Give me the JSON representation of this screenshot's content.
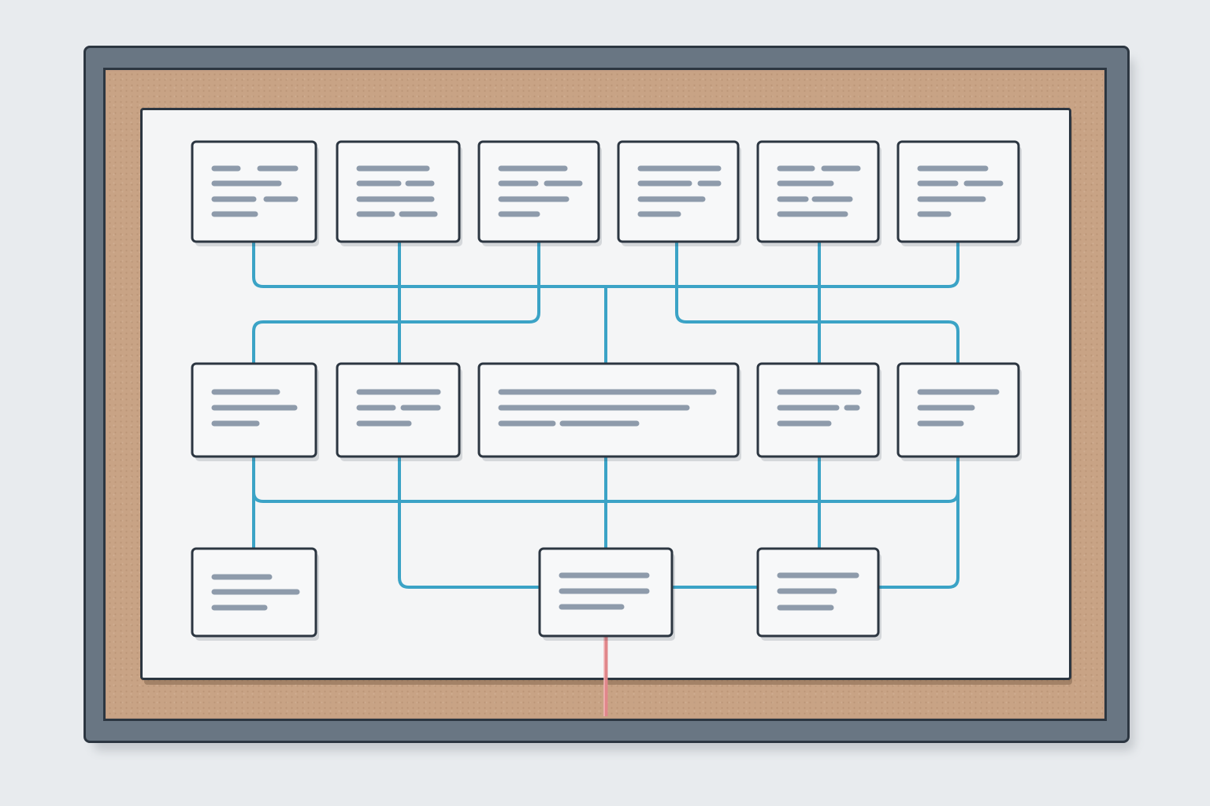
{
  "colors": {
    "frame": "#697683",
    "outline": "#2c3641",
    "cork": "#c8a385",
    "board": "#f4f5f6",
    "card": "#f7f8f9",
    "text_line": "#8e9bab",
    "connector": "#3ba3c6",
    "pin_line": "#e0868a"
  },
  "nodes": [
    {
      "name": "card-top-1",
      "lines": [
        [
          [
            28,
            58
          ],
          [
            86,
            131
          ]
        ],
        [
          [
            28,
            110
          ]
        ],
        [
          [
            28,
            78
          ],
          [
            94,
            131
          ]
        ],
        [
          [
            28,
            80
          ]
        ]
      ]
    },
    {
      "name": "card-top-2",
      "lines": [
        [
          [
            28,
            114
          ]
        ],
        [
          [
            28,
            78
          ],
          [
            90,
            120
          ]
        ],
        [
          [
            28,
            120
          ]
        ],
        [
          [
            28,
            70
          ],
          [
            82,
            124
          ]
        ]
      ]
    },
    {
      "name": "card-top-3",
      "lines": [
        [
          [
            28,
            109
          ]
        ],
        [
          [
            28,
            72
          ],
          [
            86,
            128
          ]
        ],
        [
          [
            28,
            111
          ]
        ],
        [
          [
            28,
            74
          ]
        ]
      ]
    },
    {
      "name": "card-top-4",
      "lines": [
        [
          [
            28,
            127
          ]
        ],
        [
          [
            28,
            90
          ],
          [
            104,
            127
          ]
        ],
        [
          [
            28,
            107
          ]
        ],
        [
          [
            28,
            76
          ]
        ]
      ]
    },
    {
      "name": "card-top-5",
      "lines": [
        [
          [
            28,
            69
          ],
          [
            84,
            127
          ]
        ],
        [
          [
            28,
            93
          ]
        ],
        [
          [
            28,
            61
          ],
          [
            72,
            117
          ]
        ],
        [
          [
            28,
            111
          ]
        ]
      ]
    },
    {
      "name": "card-top-6",
      "lines": [
        [
          [
            28,
            111
          ]
        ],
        [
          [
            28,
            73
          ],
          [
            87,
            130
          ]
        ],
        [
          [
            28,
            108
          ]
        ],
        [
          [
            28,
            64
          ]
        ]
      ]
    },
    {
      "name": "card-mid-1",
      "lines": [
        [
          [
            28,
            108
          ]
        ],
        [
          [
            28,
            130
          ]
        ],
        [
          [
            28,
            82
          ]
        ]
      ]
    },
    {
      "name": "card-mid-2",
      "lines": [
        [
          [
            28,
            128
          ]
        ],
        [
          [
            28,
            71
          ],
          [
            84,
            128
          ]
        ],
        [
          [
            28,
            91
          ]
        ]
      ]
    },
    {
      "name": "card-mid-wide",
      "lines": [
        [
          [
            28,
            298
          ]
        ],
        [
          [
            28,
            264
          ]
        ],
        [
          [
            28,
            94
          ],
          [
            106,
            200
          ]
        ]
      ]
    },
    {
      "name": "card-mid-4",
      "lines": [
        [
          [
            28,
            128
          ]
        ],
        [
          [
            28,
            100
          ],
          [
            113,
            126
          ]
        ],
        [
          [
            28,
            90
          ]
        ]
      ]
    },
    {
      "name": "card-mid-5",
      "lines": [
        [
          [
            28,
            125
          ]
        ],
        [
          [
            28,
            94
          ]
        ],
        [
          [
            28,
            80
          ]
        ]
      ]
    },
    {
      "name": "card-bottom-1",
      "lines": [
        [
          [
            28,
            98
          ]
        ],
        [
          [
            28,
            133
          ]
        ],
        [
          [
            28,
            92
          ]
        ]
      ]
    },
    {
      "name": "card-bottom-2",
      "lines": [
        [
          [
            28,
            136
          ]
        ],
        [
          [
            28,
            136
          ]
        ],
        [
          [
            28,
            104
          ]
        ]
      ]
    },
    {
      "name": "card-bottom-3",
      "lines": [
        [
          [
            28,
            125
          ]
        ],
        [
          [
            28,
            97
          ]
        ],
        [
          [
            28,
            93
          ]
        ]
      ]
    }
  ],
  "edges": [
    {
      "name": "edge-top1-trunk",
      "from": "card-top-1",
      "to": "card-top-6"
    },
    {
      "name": "edge-top2-mid2",
      "from": "card-top-2",
      "to": "card-mid-2"
    },
    {
      "name": "edge-top3-mid1",
      "from": "card-top-3",
      "to": "card-mid-1"
    },
    {
      "name": "edge-trunk-midwide",
      "from": "card-top-6",
      "to": "card-mid-wide"
    },
    {
      "name": "edge-top4-mid5",
      "from": "card-top-4",
      "to": "card-mid-5"
    },
    {
      "name": "edge-top5-mid4",
      "from": "card-top-5",
      "to": "card-mid-4"
    },
    {
      "name": "edge-mid1-bottom1",
      "from": "card-mid-1",
      "to": "card-bottom-1"
    },
    {
      "name": "edge-lower-bus",
      "from": "card-mid-1",
      "to": "card-mid-5"
    },
    {
      "name": "edge-mid2-bottom2",
      "from": "card-mid-2",
      "to": "card-bottom-2"
    },
    {
      "name": "edge-midwide-bottom2",
      "from": "card-mid-wide",
      "to": "card-bottom-2"
    },
    {
      "name": "edge-mid4-bottom3",
      "from": "card-mid-4",
      "to": "card-bottom-3"
    },
    {
      "name": "edge-bottom2-bottom3",
      "from": "card-bottom-2",
      "to": "card-bottom-3"
    },
    {
      "name": "edge-mid5-bottom3",
      "from": "card-mid-5",
      "to": "card-bottom-3"
    }
  ]
}
